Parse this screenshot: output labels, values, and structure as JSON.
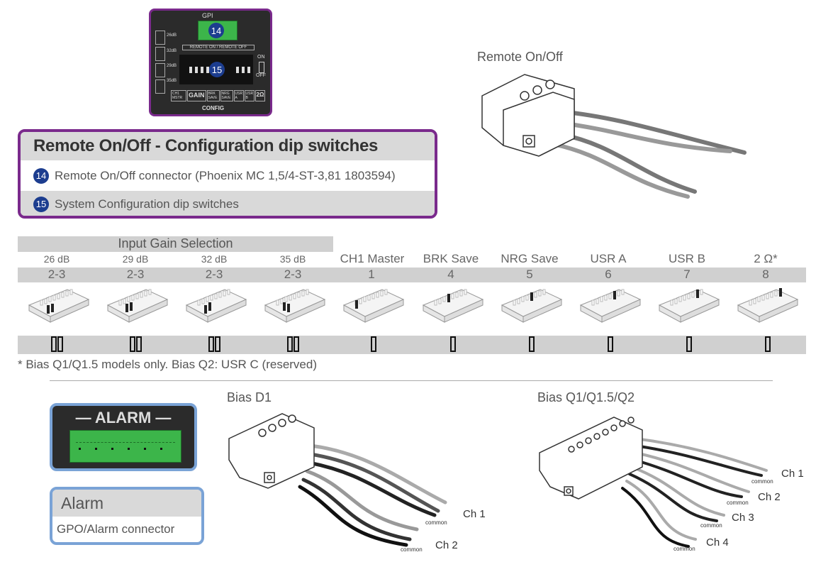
{
  "gpi_panel": {
    "gpi_label": "GPI",
    "badge14": "14",
    "badge15": "15",
    "remote_label": "REMOTE ON / REMOTE OFF",
    "on_label": "ON",
    "off_label": "OFF",
    "config_label": "CONFIG",
    "left_labels": [
      "26dB",
      "32dB",
      "29dB",
      "35dB"
    ],
    "bottom_labels": [
      "CH1 MSTR",
      "GAIN",
      "BRK SAVE",
      "NRG SAVE",
      "USR A",
      "USR B",
      "2Ω"
    ]
  },
  "remote_figure_label": "Remote On/Off",
  "info_box": {
    "title": "Remote On/Off - Configuration dip switches",
    "rows": [
      {
        "badge": "14",
        "text": "Remote On/Off connector (Phoenix MC 1,5/4-ST-3,81 1803594)"
      },
      {
        "badge": "15",
        "text": "System Configuration dip switches"
      }
    ]
  },
  "dip_table": {
    "group_header": "Input Gain Selection",
    "columns": [
      {
        "name": "26 dB",
        "switch": "2-3"
      },
      {
        "name": "29 dB",
        "switch": "2-3"
      },
      {
        "name": "32 dB",
        "switch": "2-3"
      },
      {
        "name": "35 dB",
        "switch": "2-3"
      },
      {
        "name": "CH1 Master",
        "switch": "1"
      },
      {
        "name": "BRK Save",
        "switch": "4"
      },
      {
        "name": "NRG Save",
        "switch": "5"
      },
      {
        "name": "USR A",
        "switch": "6"
      },
      {
        "name": "USR B",
        "switch": "7"
      },
      {
        "name": "2 Ω*",
        "switch": "8"
      }
    ]
  },
  "footnote": "* Bias Q1/Q1.5 models only. Bias Q2: USR C (reserved)",
  "alarm_panel": {
    "label": "— ALARM —"
  },
  "alarm_box": {
    "title": "Alarm",
    "subtitle": "GPO/Alarm connector"
  },
  "bias_d1": {
    "label": "Bias D1",
    "channels": [
      "Ch 1",
      "Ch 2"
    ],
    "common": "common"
  },
  "bias_q": {
    "label": "Bias Q1/Q1.5/Q2",
    "channels": [
      "Ch 1",
      "Ch 2",
      "Ch 3",
      "Ch 4"
    ],
    "common": "common"
  },
  "colors": {
    "purple": "#7a2a8c",
    "blue_border": "#7aa3d6",
    "green_connector": "#3cb54a",
    "badge_blue": "#1c3d8f"
  }
}
